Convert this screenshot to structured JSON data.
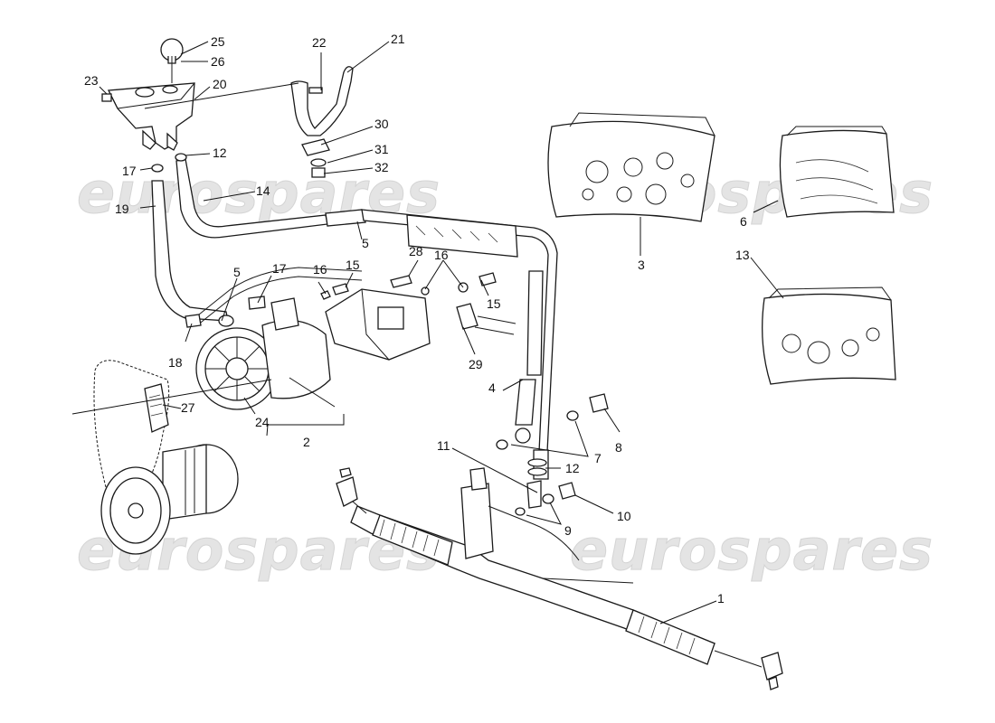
{
  "watermark": "eurospares",
  "callouts": [
    "1",
    "2",
    "3",
    "4",
    "5",
    "5",
    "6",
    "7",
    "8",
    "9",
    "10",
    "11",
    "12",
    "12",
    "13",
    "14",
    "15",
    "15",
    "16",
    "16",
    "17",
    "17",
    "18",
    "19",
    "20",
    "21",
    "22",
    "23",
    "24",
    "25",
    "26",
    "27",
    "28",
    "29",
    "30",
    "31",
    "32"
  ]
}
